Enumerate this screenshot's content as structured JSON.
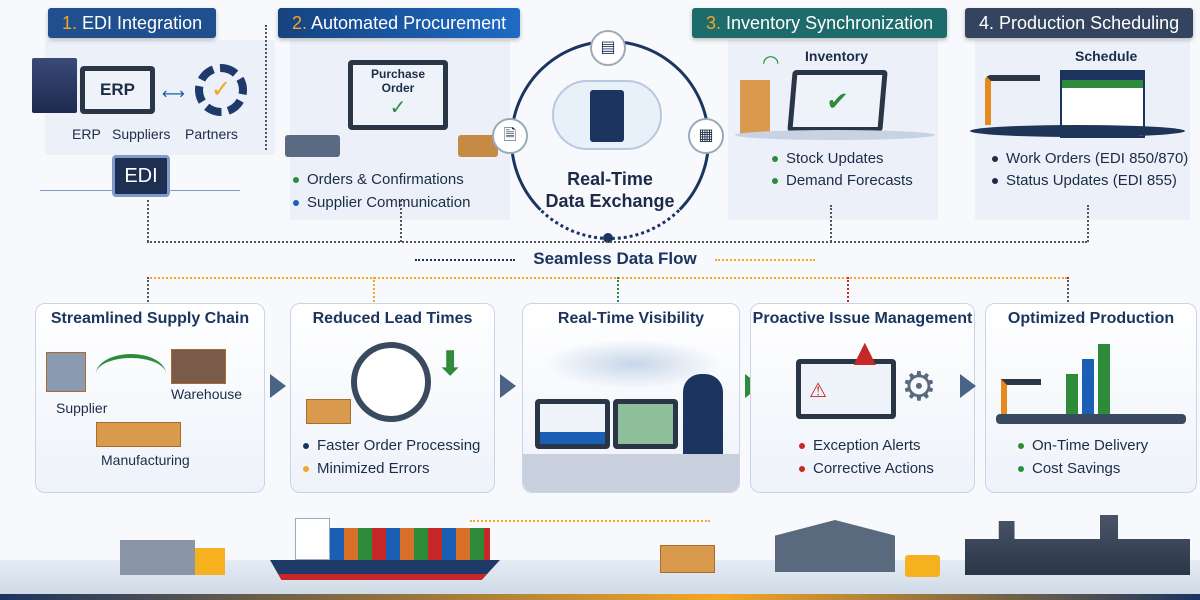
{
  "sections": [
    {
      "num": "1.",
      "title": "EDI Integration",
      "labels": [
        "ERP",
        "Suppliers",
        "Partners"
      ],
      "screen": "ERP",
      "chip": "EDI"
    },
    {
      "num": "2.",
      "title": "Automated Procurement",
      "screen": "Purchase Order",
      "bullets": [
        "Orders & Confirmations",
        "Supplier Communication"
      ]
    },
    {
      "num": "3.",
      "title": "Inventory Synchronization",
      "screen": "Inventory",
      "bullets": [
        "Stock Updates",
        "Demand Forecasts"
      ]
    },
    {
      "num": "4.",
      "title": "Production Scheduling",
      "screen": "Schedule",
      "bullets": [
        "Work Orders (EDI 850/870)",
        "Status Updates (EDI 855)"
      ]
    }
  ],
  "hub": {
    "line1": "Real-Time",
    "line2": "Data Exchange"
  },
  "flow_label": "Seamless Data Flow",
  "benefits": [
    {
      "title": "Streamlined Supply Chain",
      "labels": [
        "Supplier",
        "Warehouse",
        "Manufacturing"
      ]
    },
    {
      "title": "Reduced Lead Times",
      "bullets": [
        "Faster Order Processing",
        "Minimized Errors"
      ]
    },
    {
      "title": "Real-Time Visibility"
    },
    {
      "title": "Proactive Issue Management",
      "bullets": [
        "Exception Alerts",
        "Corrective Actions"
      ]
    },
    {
      "title": "Optimized Production",
      "bullets": [
        "On-Time Delivery",
        "Cost Savings"
      ]
    }
  ],
  "colors": {
    "navy": "#1c3560",
    "blue": "#1a5fb4",
    "teal": "#1d6b6b",
    "slate": "#34445e",
    "orange": "#f5a623",
    "green": "#2e8b3a",
    "red": "#c62828"
  }
}
